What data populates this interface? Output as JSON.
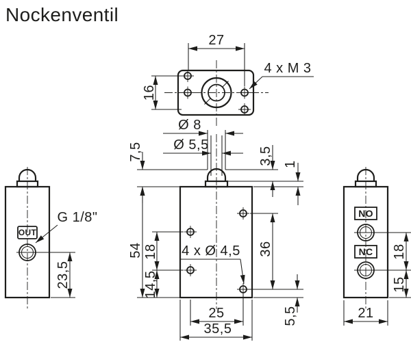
{
  "title": "Nockenventil",
  "colors": {
    "line": "#1d1d1b",
    "background": "#ffffff"
  },
  "top_view": {
    "dim_hole_spacing_h": "27",
    "dim_hole_spacing_v": "16",
    "note_thread": "4 x M 3"
  },
  "plunger": {
    "dim_dia": "Ø 8",
    "dim_pin_dia": "Ø 5,5",
    "dim_height": "7,5",
    "dim_stroke": "3,5",
    "dim_pretravel": "1"
  },
  "front_view": {
    "dim_height": "54",
    "dim_left_hole_spacing": "18",
    "dim_left_hole_bottom": "14,5",
    "dim_right_hole_spacing": "36",
    "note_holes": "4 x Ø 4,5",
    "dim_hole_cols": "25",
    "dim_width": "35,5",
    "dim_right_hole_bottom": "5,5"
  },
  "left_view": {
    "tag_out": "OUT",
    "note_thread": "G 1/8\"",
    "dim_port_height": "23,5"
  },
  "right_view": {
    "tag_no": "NO",
    "tag_nc": "NC",
    "dim_port_spacing": "18",
    "dim_port_bottom": "15",
    "dim_depth": "21"
  }
}
